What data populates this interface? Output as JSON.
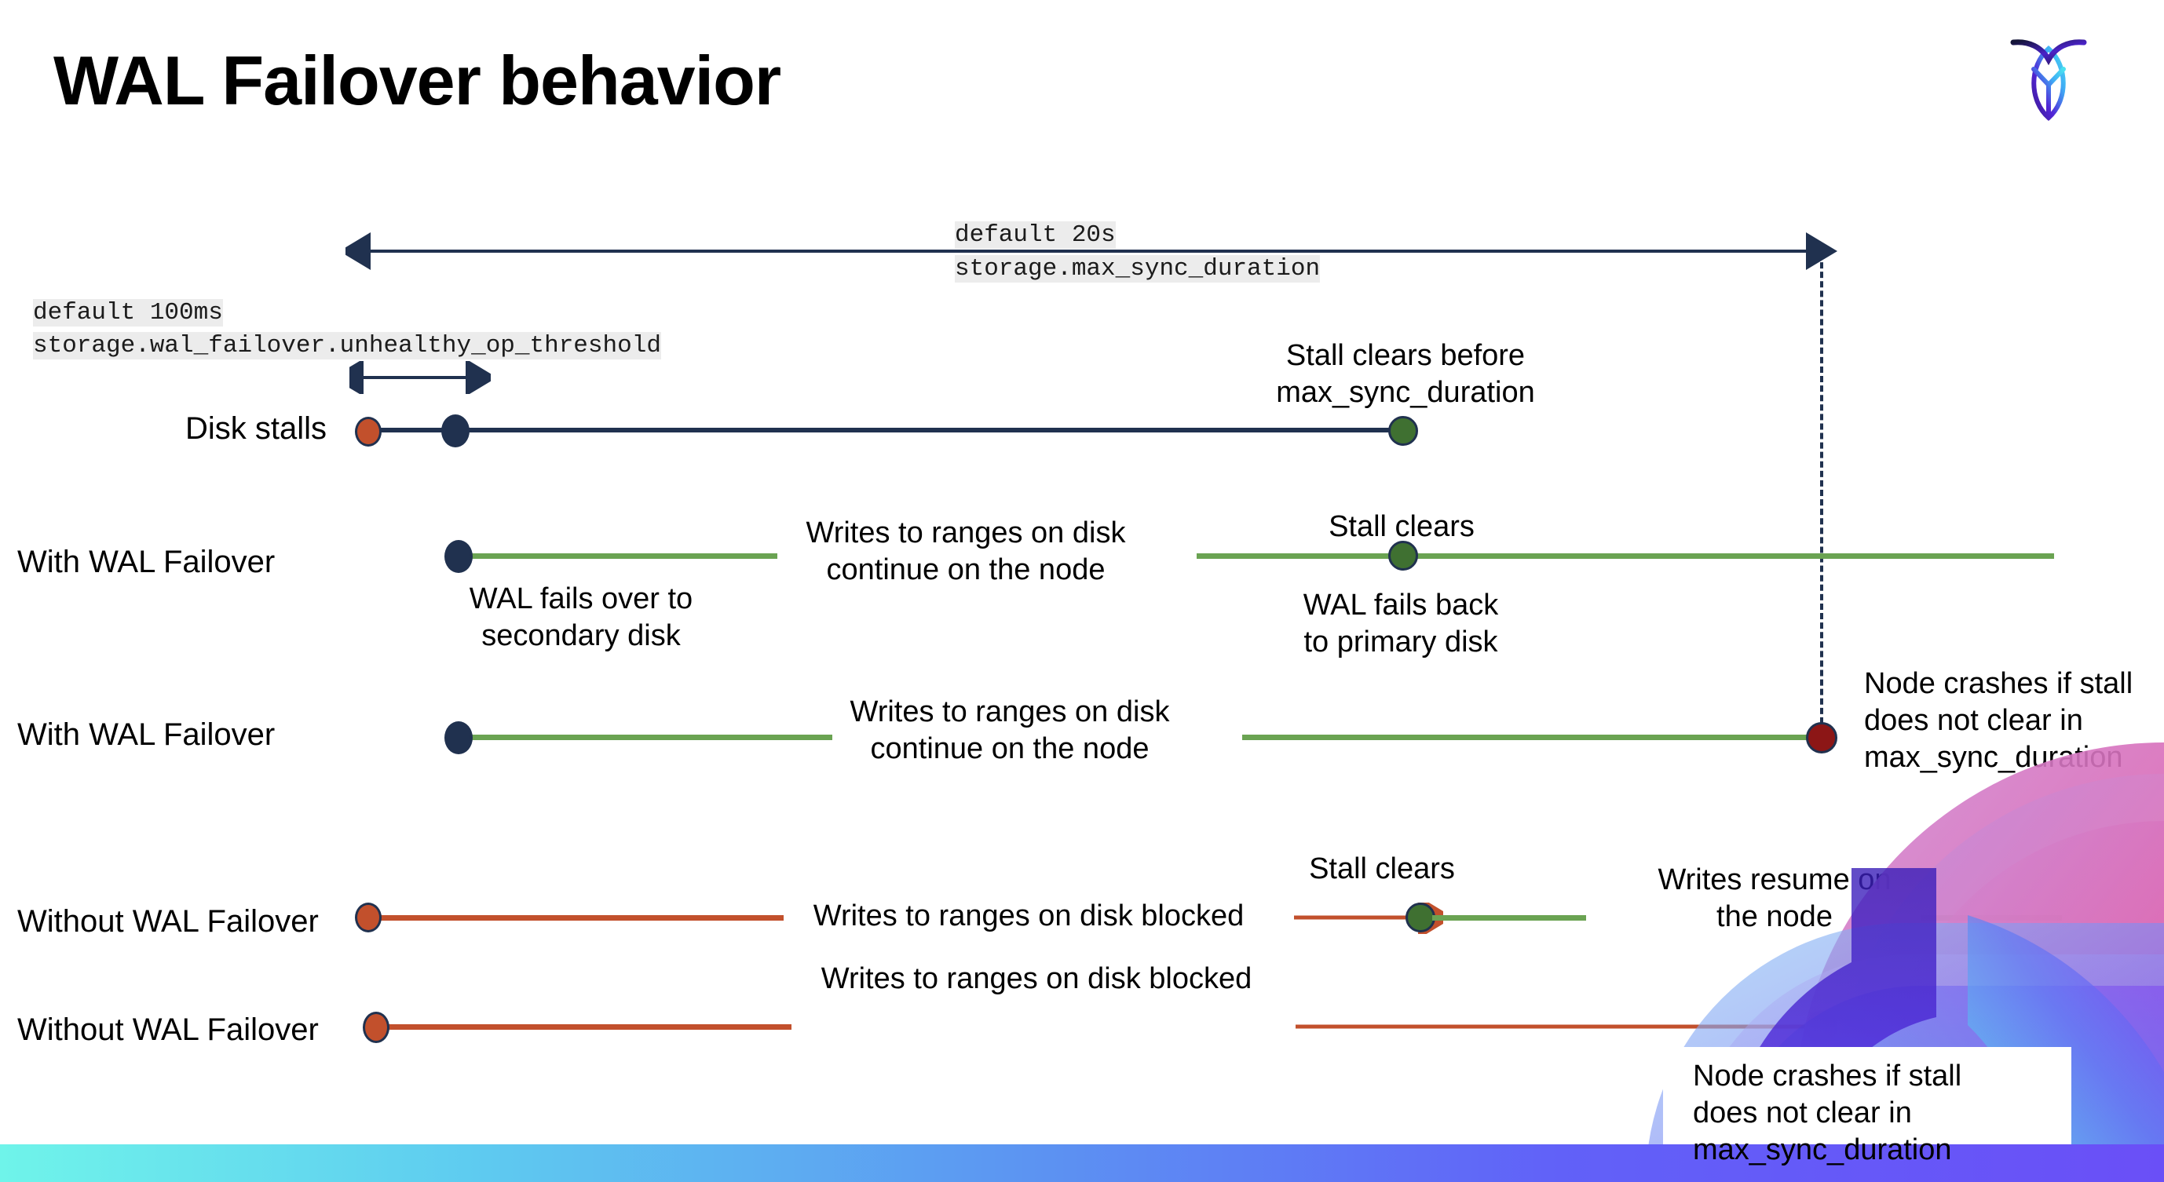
{
  "slide": {
    "title": "WAL Failover behavior",
    "logo_name": "cockroachdb-logo"
  },
  "annotations": {
    "max_sync": {
      "default_label": "default 20s",
      "setting_label": "storage.max_sync_duration"
    },
    "unhealthy_op": {
      "default_label": "default 100ms",
      "setting_label": "storage.wal_failover.unhealthy_op_threshold"
    }
  },
  "rows": [
    {
      "id": "disk-stalls",
      "label": "Disk stalls",
      "notes": [
        {
          "id": "stall-clears-before",
          "text": "Stall clears before\nmax_sync_duration"
        }
      ]
    },
    {
      "id": "with-wal-failover-1",
      "label": "With WAL Failover",
      "notes": [
        {
          "id": "wal-fails-over",
          "text": "WAL fails over to\nsecondary disk"
        },
        {
          "id": "writes-continue-1",
          "text": "Writes to ranges on disk\ncontinue on the node"
        },
        {
          "id": "stall-clears-1",
          "text": "Stall clears"
        },
        {
          "id": "wal-fails-back",
          "text": "WAL fails  back\nto primary disk"
        }
      ]
    },
    {
      "id": "with-wal-failover-2",
      "label": "With WAL Failover",
      "notes": [
        {
          "id": "writes-continue-2",
          "text": "Writes to ranges on disk\ncontinue on the node"
        },
        {
          "id": "node-crashes-1",
          "text": "Node crashes if stall\ndoes not clear in\nmax_sync_duration"
        }
      ]
    },
    {
      "id": "without-wal-failover-1",
      "label": "Without WAL Failover",
      "notes": [
        {
          "id": "writes-blocked-1",
          "text": "Writes to ranges on disk  blocked"
        },
        {
          "id": "stall-clears-2",
          "text": "Stall clears"
        },
        {
          "id": "writes-resume",
          "text": "Writes resume on\nthe node"
        }
      ]
    },
    {
      "id": "without-wal-failover-2",
      "label": "Without WAL Failover",
      "notes": [
        {
          "id": "writes-blocked-2",
          "text": "Writes to ranges on disk  blocked"
        },
        {
          "id": "node-crashes-2",
          "text": "Node crashes if stall\ndoes not clear in\nmax_sync_duration"
        }
      ]
    }
  ],
  "colors": {
    "navy": "#20314f",
    "green_line": "#6aa352",
    "green_dot": "#3f7031",
    "red_line": "#c2502c",
    "red_dot": "#c2502c",
    "dark_red_dot": "#8c1616",
    "code_chip_bg": "#ececec",
    "bar_gradient_start": "#6ff4ea",
    "bar_gradient_end": "#6a4ff7"
  }
}
